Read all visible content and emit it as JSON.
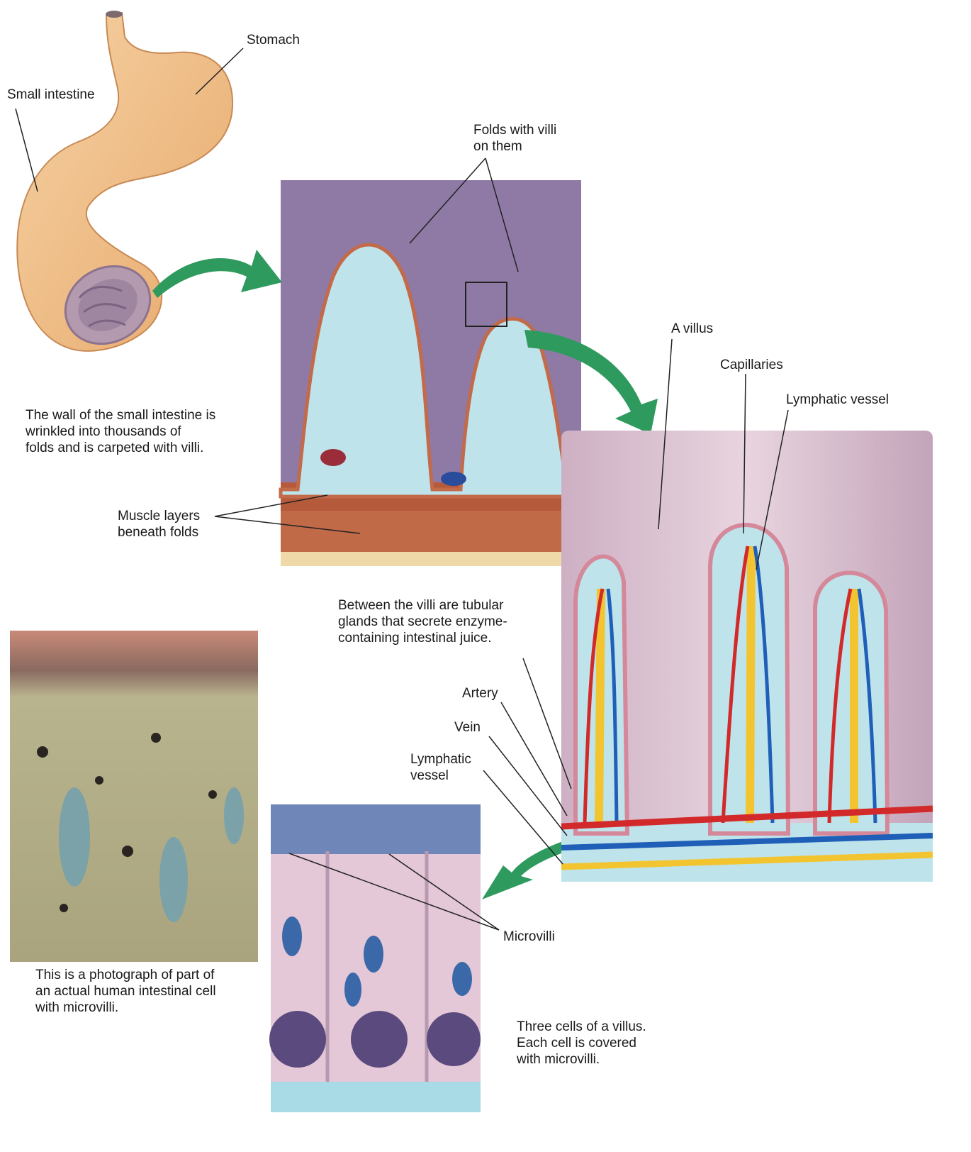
{
  "labels": {
    "stomach": "Stomach",
    "small_intestine": "Small intestine",
    "folds_with_villi": "Folds with villi\non them",
    "a_villus": "A villus",
    "capillaries": "Capillaries",
    "lymphatic_vessel_top": "Lymphatic vessel",
    "muscle_layers": "Muscle layers\nbeneath folds",
    "artery": "Artery",
    "vein": "Vein",
    "lymphatic_vessel_bottom": "Lymphatic\nvessel",
    "microvilli": "Microvilli"
  },
  "captions": {
    "wall": "The wall of the small intestine is\nwrinkled into thousands of\nfolds and is carpeted with villi.",
    "glands": "Between the villi are tubular\nglands that secrete enzyme-\ncontaining intestinal juice.",
    "photo": "This is a photograph of part of\nan actual human intestinal cell\nwith microvilli.",
    "cells": "Three cells of a villus.\nEach cell is covered\nwith microvilli."
  },
  "colors": {
    "stomach": "#f2c48e",
    "fold_tissue": "#bfe3ea",
    "fold_background": "#8f7aa6",
    "fold_outline": "#c26a4a",
    "muscle": "#b55a3a",
    "villus_pink": "#d9bccb",
    "artery": "#d22a2a",
    "vein": "#1f5fb8",
    "lymph": "#f2c530",
    "arrow": "#2f9a5e",
    "photo_top": "#c98a78",
    "photo_body": "#b6b08a",
    "cell_pink": "#e4c8d8",
    "nucleus": "#5a4a7e"
  }
}
